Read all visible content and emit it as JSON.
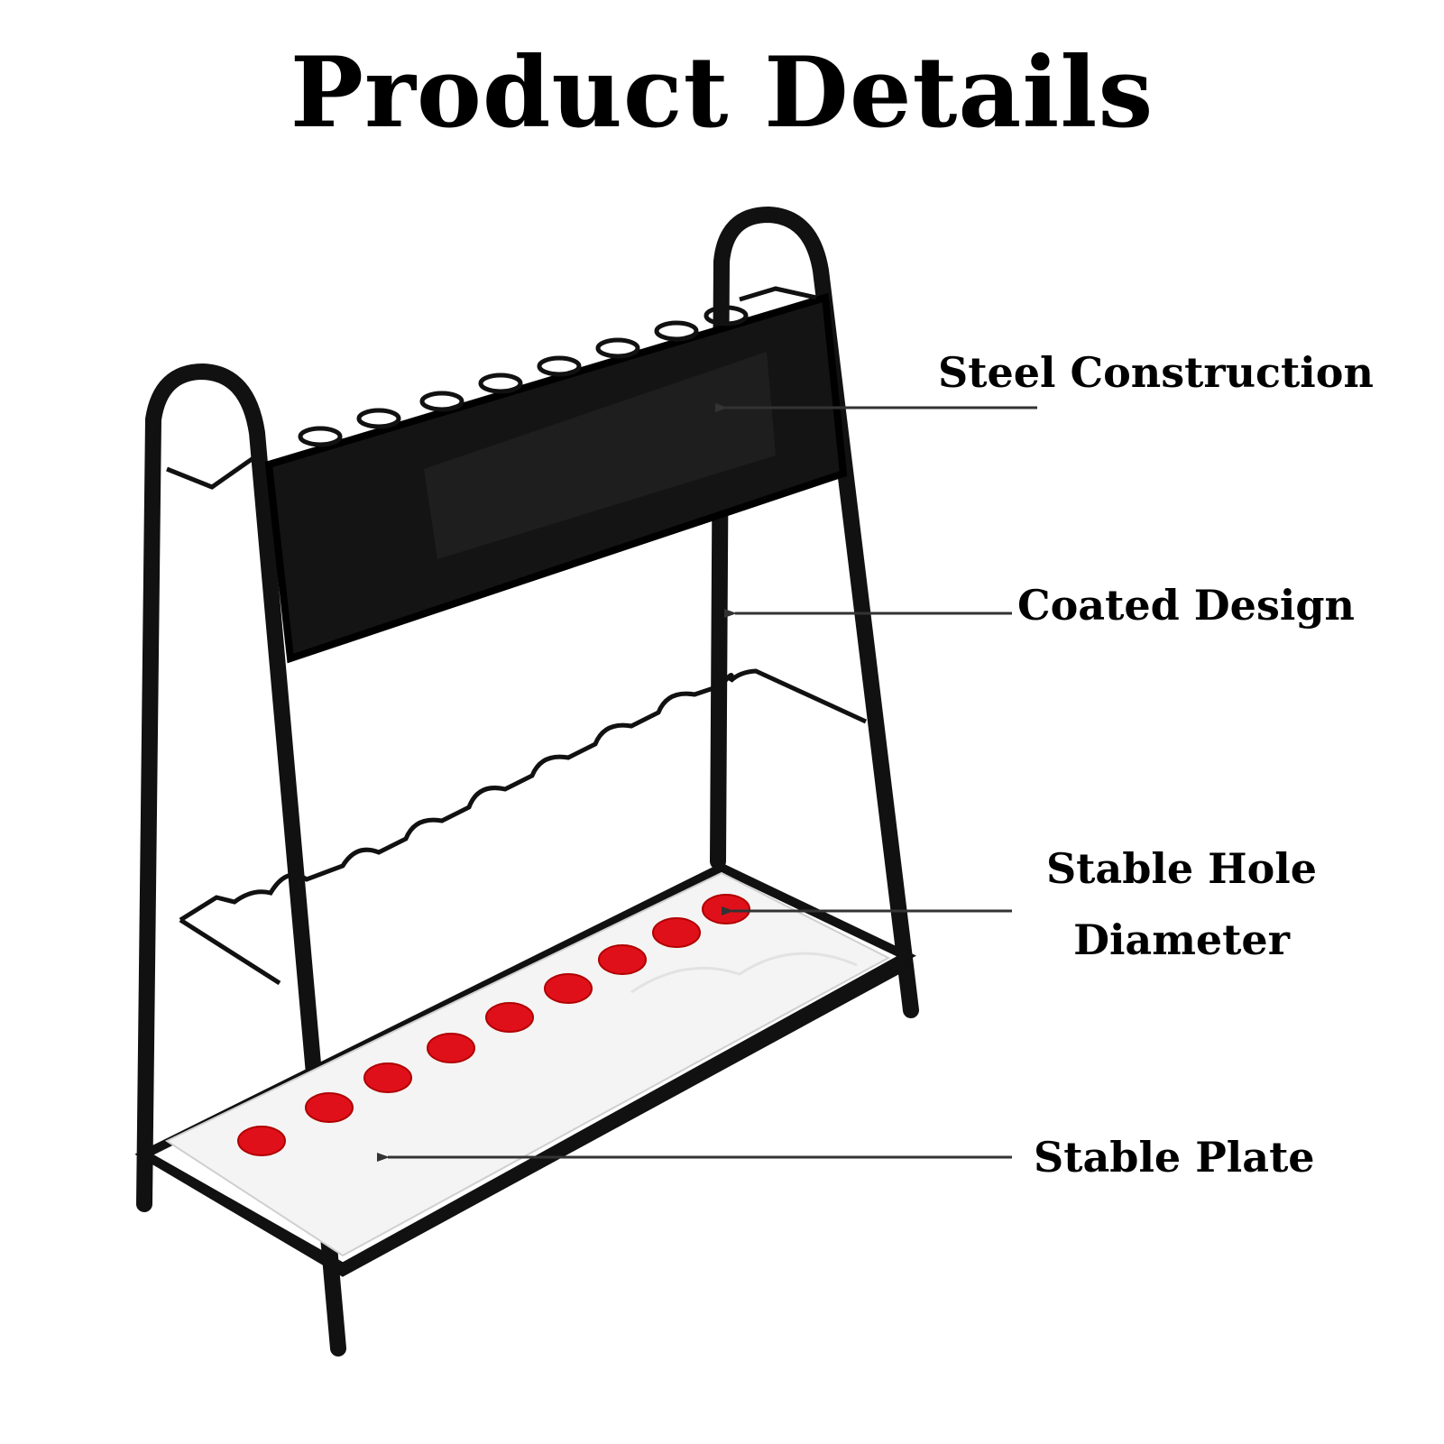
{
  "title": "Product Details",
  "callouts": {
    "steel": "Steel Construction",
    "coated": "Coated Design",
    "hole_line1": "Stable Hole",
    "hole_line2": "Diameter",
    "plate": "Stable Plate"
  },
  "colors": {
    "frame": "#111111",
    "panel": "#141414",
    "hole": "#e0101a",
    "plate": "#f4f4f4",
    "arrow": "#333333"
  }
}
